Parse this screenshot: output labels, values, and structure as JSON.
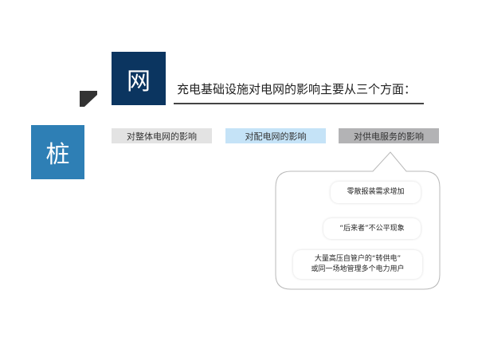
{
  "boxes": {
    "grid": "网",
    "pile": "桩"
  },
  "title": "充电基础设施对电网的影响主要从三个方面：",
  "tabs": [
    "对整体电网的影响",
    "对配电网的影响",
    "对供电服务的影响"
  ],
  "callout": {
    "items": [
      "零散报装需求增加",
      "“后来者”不公平现象",
      "大量高压自管户的“转供电”",
      "或同一场地管理多个电力用户"
    ]
  },
  "colors": {
    "grid": "#0b3560",
    "pile": "#2e7fb5",
    "tab1": "#e3e3e3",
    "tab2": "#c5e3f7",
    "tab3": "#b3b3b5"
  }
}
